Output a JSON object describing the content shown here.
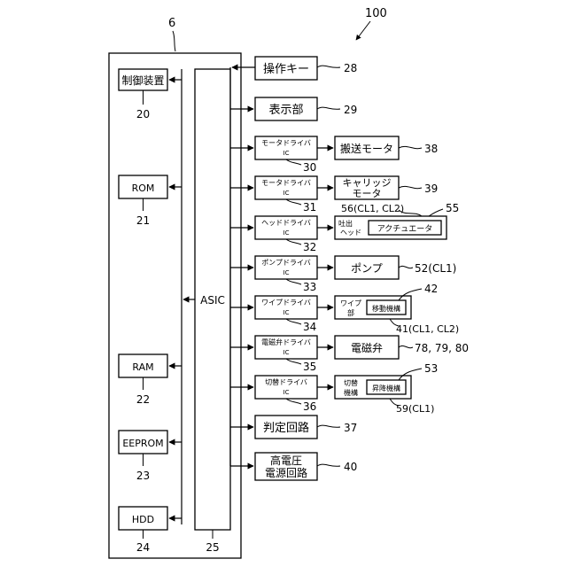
{
  "figure_ref": "100",
  "controller": {
    "ref": "6"
  },
  "controller_parts": [
    {
      "id": "ctrl",
      "label": "制御装置",
      "ref": "20"
    },
    {
      "id": "rom",
      "label": "ROM",
      "ref": "21"
    },
    {
      "id": "ram",
      "label": "RAM",
      "ref": "22"
    },
    {
      "id": "eeprom",
      "label": "EEPROM",
      "ref": "23"
    },
    {
      "id": "hdd",
      "label": "HDD",
      "ref": "24"
    }
  ],
  "asic": {
    "label": "ASIC",
    "ref": "25"
  },
  "components": [
    {
      "id": "opkey",
      "label": "操作キー",
      "ref": "28"
    },
    {
      "id": "display",
      "label": "表示部",
      "ref": "29"
    },
    {
      "id": "md30",
      "label": "モータドライバ",
      "label2": "IC",
      "ref": "30",
      "target_label": "搬送モータ",
      "target_ref": "38"
    },
    {
      "id": "md31",
      "label": "モータドライバ",
      "label2": "IC",
      "ref": "31",
      "target_label": "キャリッジ",
      "target_label2": "モータ",
      "target_ref": "39"
    },
    {
      "id": "hd32",
      "label": "ヘッドドライバ",
      "label2": "IC",
      "ref": "32",
      "target_label": "吐出",
      "target_label2": "ヘッド",
      "target_inner": "アクチュエータ",
      "target_ref": "55",
      "target_ref_b": "56(CL1, CL2)"
    },
    {
      "id": "pd33",
      "label": "ポンプドライバ",
      "label2": "IC",
      "ref": "33",
      "target_label": "ポンプ",
      "target_ref": "52(CL1)"
    },
    {
      "id": "wd34",
      "label": "ワイプドライバ",
      "label2": "IC",
      "ref": "34",
      "target_label": "ワイプ",
      "target_label2": "部",
      "target_inner": "移動機構",
      "target_ref": "42",
      "target_ref_b": "41(CL1, CL2)"
    },
    {
      "id": "sd35",
      "label": "電磁弁ドライバ",
      "label2": "IC",
      "ref": "35",
      "target_label": "電磁弁",
      "target_ref": "78, 79, 80"
    },
    {
      "id": "cd36",
      "label": "切替ドライバ",
      "label2": "IC",
      "ref": "36",
      "target_label": "切替",
      "target_label2": "機構",
      "target_inner": "昇降機構",
      "target_ref": "53",
      "target_ref_b": "59(CL1)"
    },
    {
      "id": "judge",
      "label": "判定回路",
      "ref": "37"
    },
    {
      "id": "hv",
      "label": "高電圧",
      "label2": "電源回路",
      "ref": "40"
    }
  ]
}
